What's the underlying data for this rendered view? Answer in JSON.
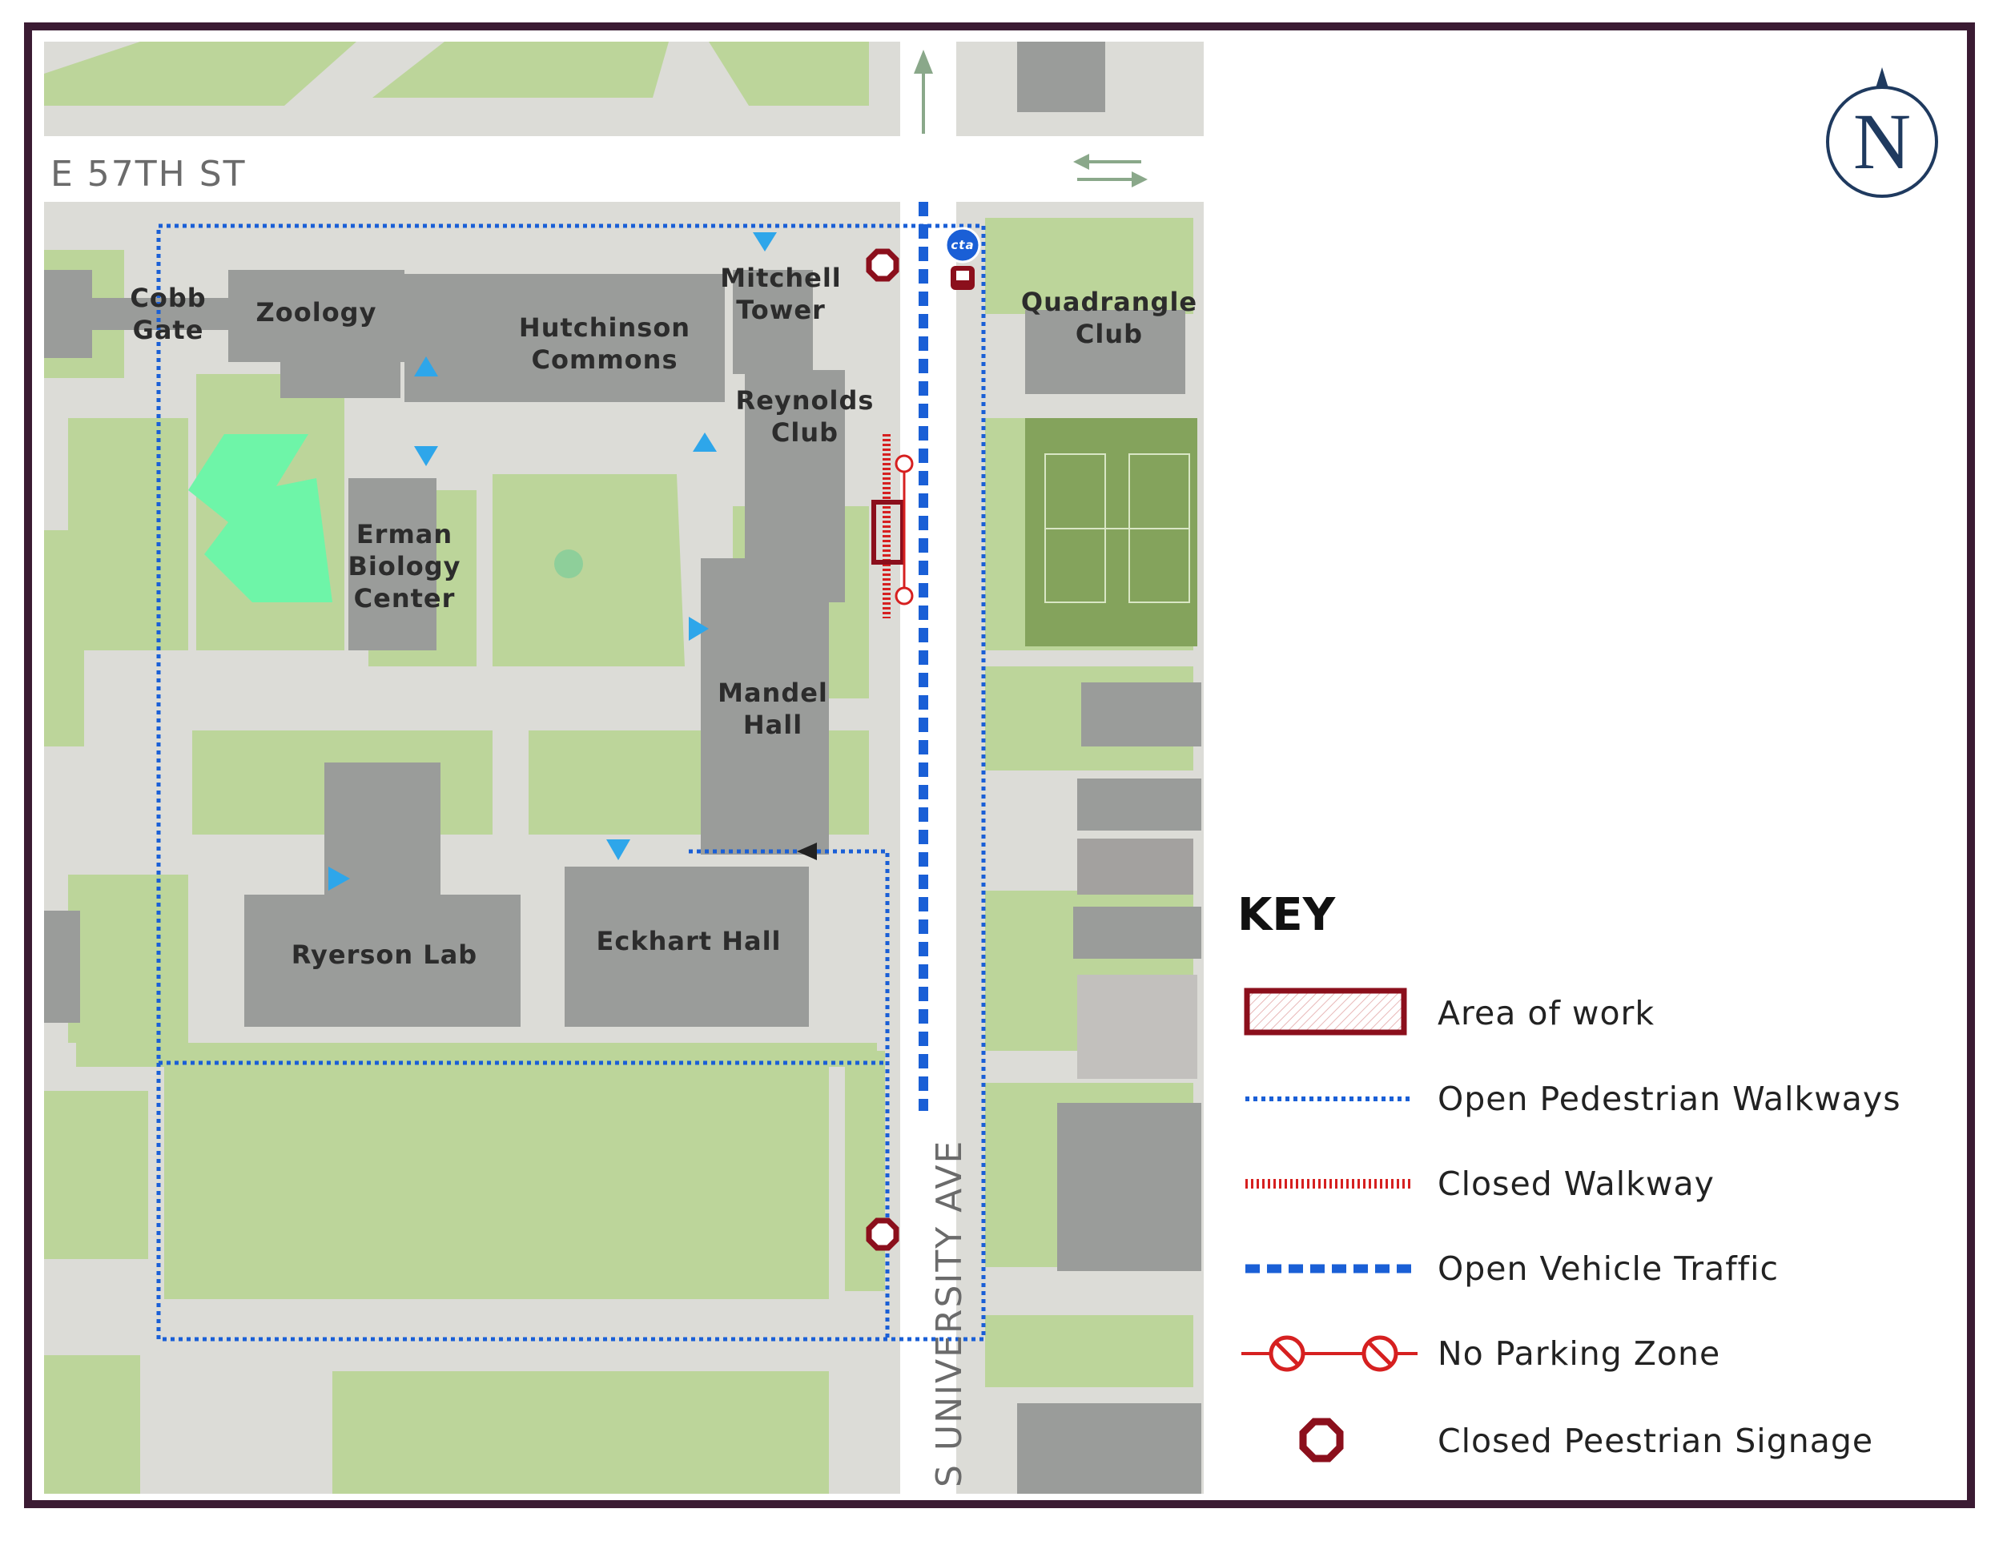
{
  "map": {
    "streets": {
      "e57": "E 57TH ST",
      "university": "S UNIVERSITY AVE"
    },
    "buildings": [
      {
        "key": "cobb",
        "label": "Cobb\nGate"
      },
      {
        "key": "zoology",
        "label": "Zoology"
      },
      {
        "key": "hutchinson",
        "label": "Hutchinson\nCommons"
      },
      {
        "key": "mitchell",
        "label": "Mitchell\nTower"
      },
      {
        "key": "reynolds",
        "label": "Reynolds\nClub"
      },
      {
        "key": "erman",
        "label": "Erman\nBiology\nCenter"
      },
      {
        "key": "mandel",
        "label": "Mandel\nHall"
      },
      {
        "key": "ryerson",
        "label": "Ryerson Lab"
      },
      {
        "key": "eckhart",
        "label": "Eckhart Hall"
      },
      {
        "key": "quadrangle",
        "label": "Quadrangle\nClub"
      }
    ],
    "transit_badge": "cta",
    "compass_letter": "N"
  },
  "key": {
    "title": "KEY",
    "items": [
      {
        "name": "area-of-work",
        "label": "Area of work"
      },
      {
        "name": "open-pedestrian-walkways",
        "label": "Open Pedestrian Walkways"
      },
      {
        "name": "closed-walkway",
        "label": "Closed Walkway"
      },
      {
        "name": "open-vehicle-traffic",
        "label": "Open Vehicle Traffic"
      },
      {
        "name": "no-parking-zone",
        "label": "No Parking Zone"
      },
      {
        "name": "closed-pedestrian-signage",
        "label": "Closed Peestrian Signage"
      }
    ]
  },
  "colors": {
    "frame": "#3b1b33",
    "grass": "#bcd59a",
    "path": "#d9d9d4",
    "building": "#9a9c9a",
    "pedestrian": "#1a5fd6",
    "vehicle": "#1a5fd6",
    "closed": "#d62020",
    "work": "#8b0f1c",
    "arrow": "#2ea6ea"
  }
}
